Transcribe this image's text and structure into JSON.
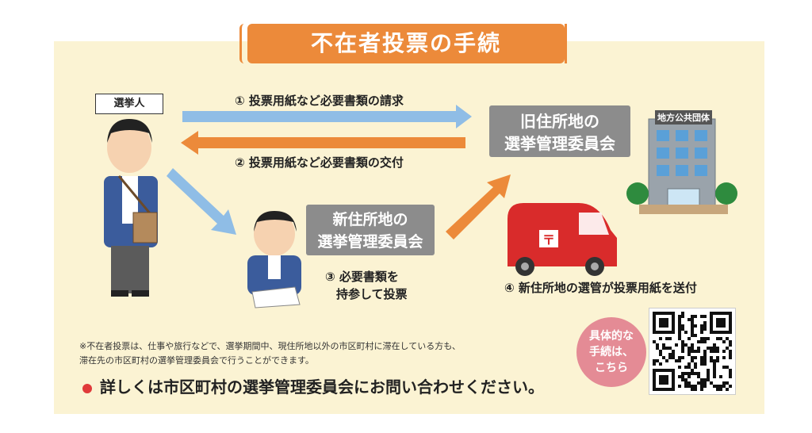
{
  "title": "不在者投票の手続",
  "voter_label": "選挙人",
  "old_committee": [
    "旧住所地の",
    "選挙管理委員会"
  ],
  "new_committee": [
    "新住所地の",
    "選挙管理委員会"
  ],
  "government_label": "地方公共団体",
  "steps": {
    "s1": "① 投票用紙など必要書類の請求",
    "s2": "② 投票用紙など必要書類の交付",
    "s3_line1": "③ 必要書類を",
    "s3_line2": "持参して投票",
    "s4": "④ 新住所地の選管が投票用紙を送付"
  },
  "notes": [
    "※不在者投票は、仕事や旅行などで、選挙期間中、現住所地以外の市区町村に滞在している方も、",
    "滞在先の市区町村の選挙管理委員会で行うことができます。"
  ],
  "contact": "詳しくは市区町村の選挙管理委員会にお問い合わせください。",
  "qr_prompt": [
    "具体的な",
    "手続は、",
    "こちら"
  ],
  "colors": {
    "blue_arrow": "#8fbde6",
    "orange_arrow": "#ec8a3a",
    "box_gray": "#8c8c8c",
    "panel": "#fbf3d3",
    "van_red": "#d92b2b"
  }
}
